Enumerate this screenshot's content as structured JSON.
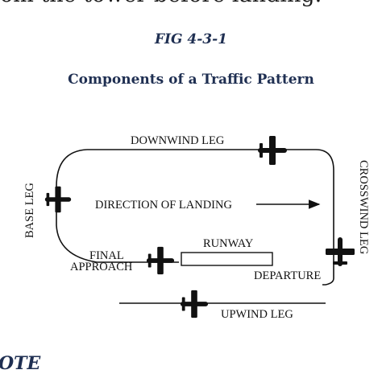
{
  "page": {
    "top_text": "om the tower before landing.",
    "figure_number": "FIG 4-3-1",
    "figure_title": "Components of a Traffic Pattern",
    "bottom_text": "OTE"
  },
  "diagram": {
    "labels": {
      "downwind": "DOWNWIND LEG",
      "base": "BASE LEG",
      "crosswind": "CROSSWIND LEG",
      "direction": "DIRECTION OF LANDING",
      "runway": "RUNWAY",
      "final_1": "FINAL",
      "final_2": "APPROACH",
      "departure": "DEPARTURE",
      "upwind": "UPWIND LEG"
    },
    "aircraft": [
      "downwind-aircraft-icon",
      "base-aircraft-icon",
      "final-aircraft-icon",
      "crosswind-aircraft-icon",
      "upwind-aircraft-icon"
    ],
    "colors": {
      "ink": "#111111",
      "heading": "#1f2f52"
    }
  }
}
